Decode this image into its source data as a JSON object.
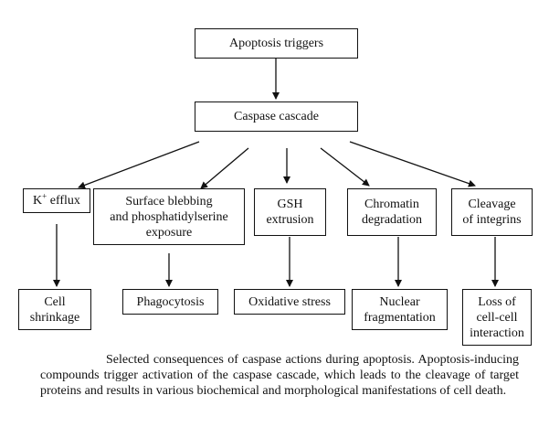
{
  "diagram": {
    "root": "Apoptosis triggers",
    "cascade": "Caspase cascade",
    "k_prefix": "K",
    "k_sup": "+",
    "k_suffix": " efflux",
    "surface": "Surface blebbing\nand phosphatidylserine\nexposure",
    "gsh": "GSH\nextrusion",
    "chromatin": "Chromatin\ndegradation",
    "integrins": "Cleavage\nof integrins",
    "shrinkage": "Cell\nshrinkage",
    "phagocytosis": "Phagocytosis",
    "oxidative": "Oxidative stress",
    "nuclear": "Nuclear\nfragmentation",
    "loss": "Loss of\ncell-cell\ninteraction"
  },
  "caption": "Selected consequences of caspase actions during apoptosis. Apoptosis-inducing compounds trigger activation of the caspase cascade, which leads to the cleavage of target proteins and results in various biochemical and morphological manifestations of cell death."
}
